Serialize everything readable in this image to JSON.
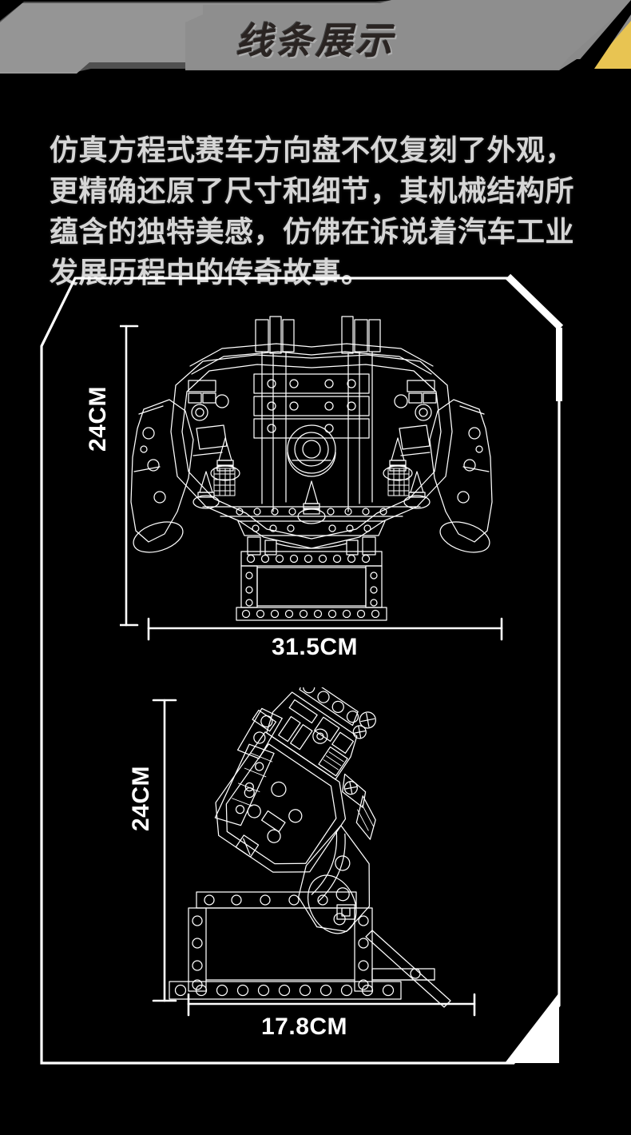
{
  "header": {
    "title": "线条展示",
    "banner_gray": "#919191",
    "banner_gray_dark": "#7f7f7f",
    "accent_yellow": "#e8c452",
    "title_color": "#2a2422"
  },
  "description": {
    "text": "仿真方程式赛车方向盘不仅复刻了外观，更精确还原了尺寸和细节，其机械结构所蕴含的独特美感，仿佛在诉说着汽车工业发展历程中的传奇故事。",
    "color": "#d6d6d6"
  },
  "frame": {
    "line_color": "#ffffff",
    "background": "#000000",
    "corner_accent_color": "#ffffff"
  },
  "drawings": [
    {
      "id": "front-view",
      "name": "F1 racing steering wheel — front elevation wireframe",
      "height_label": "24CM",
      "width_label": "31.5CM",
      "line_color": "#ffffff"
    },
    {
      "id": "side-view",
      "name": "F1 racing steering wheel on stand — side elevation wireframe",
      "height_label": "24CM",
      "width_label": "17.8CM",
      "line_color": "#ffffff"
    }
  ]
}
